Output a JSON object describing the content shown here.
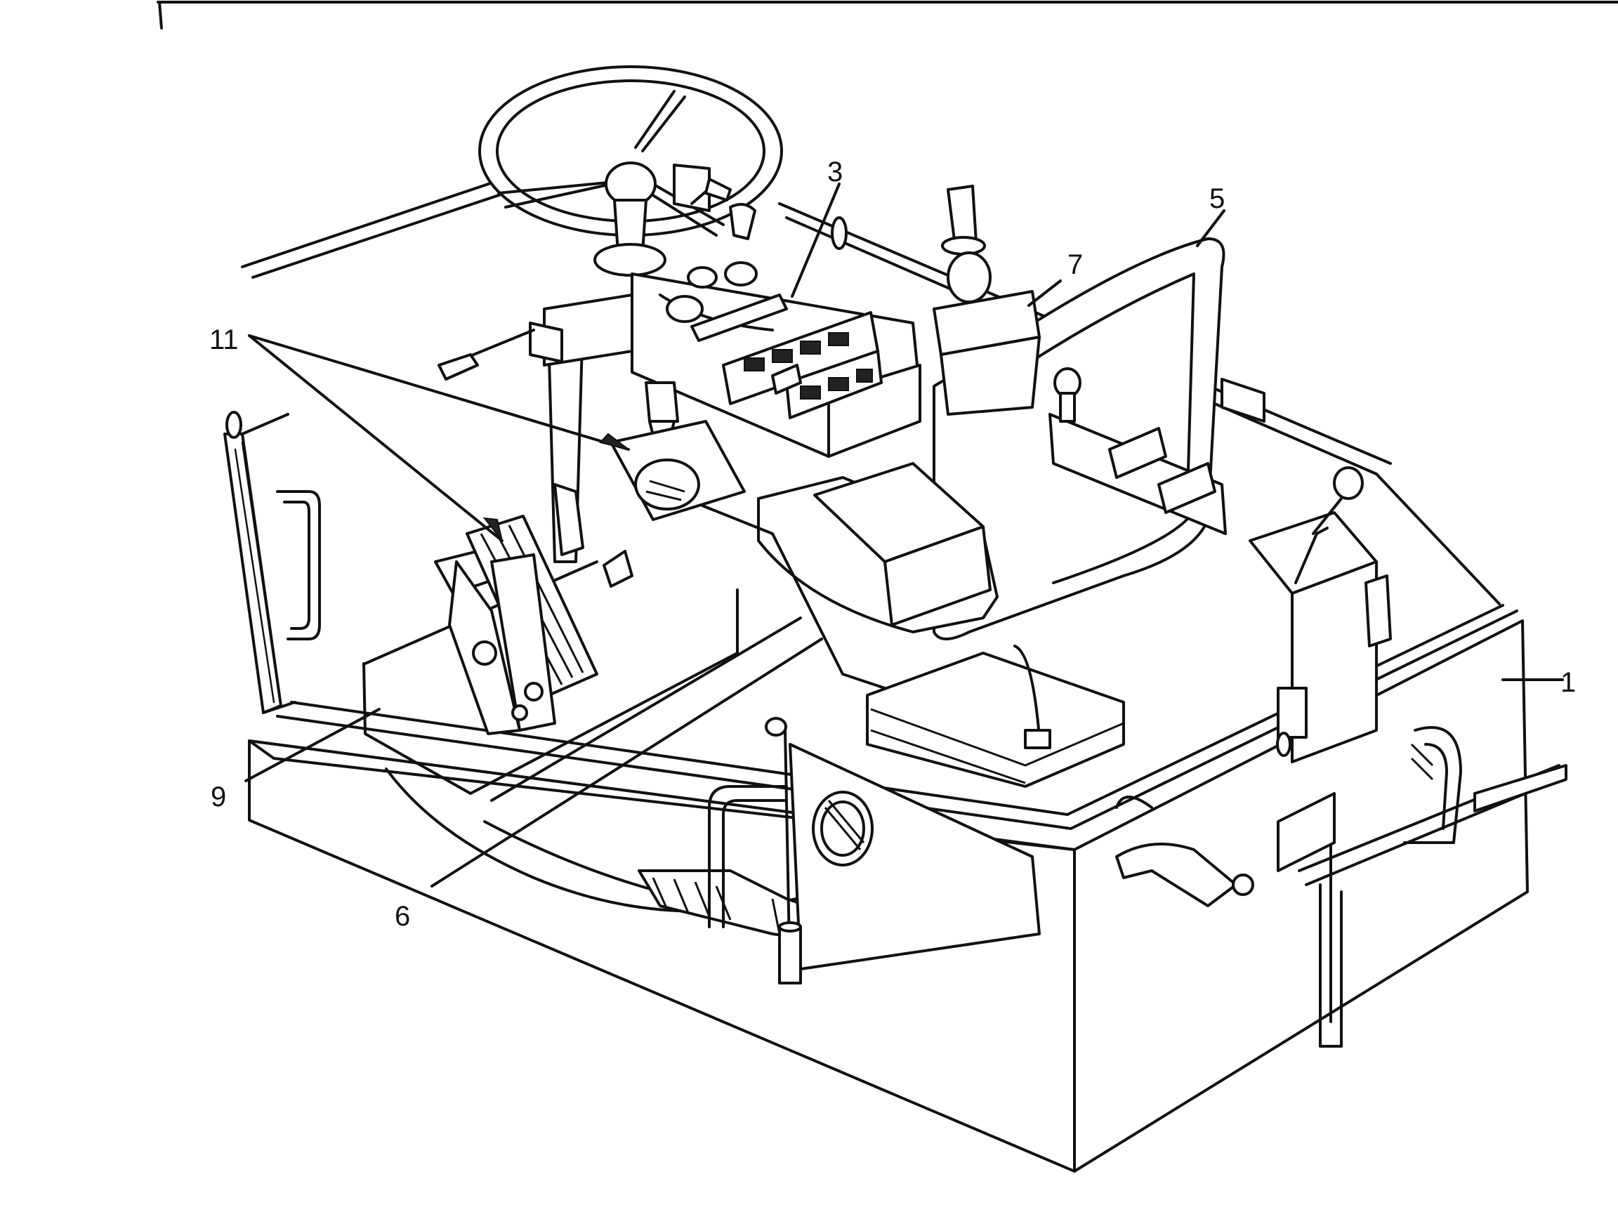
{
  "callouts": {
    "c1": "1",
    "c3": "3",
    "c5": "5",
    "c6": "6",
    "c7": "7",
    "c9": "9",
    "c11": "11"
  }
}
